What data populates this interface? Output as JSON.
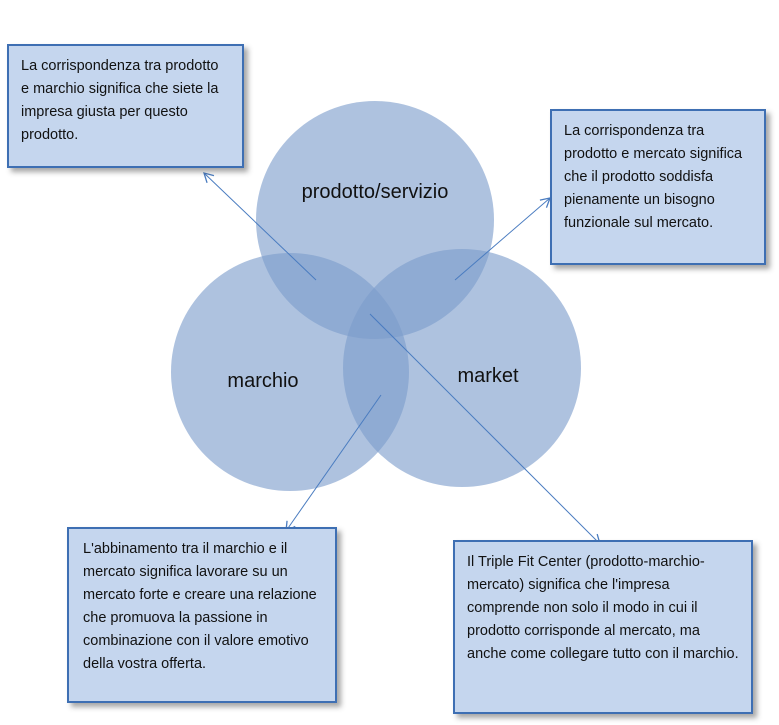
{
  "colors": {
    "circle_fill": "#7d9dcb",
    "overlap_fill": "#5f82bf",
    "connector_line": "#4a7cc0",
    "callout_fill": "#c5d6ee",
    "callout_border": "#3e6fb3"
  },
  "circles": {
    "product": "prodotto/servizio",
    "brand": "marchio",
    "market": "market"
  },
  "callouts": {
    "product_brand": "La corrispondenza tra prodotto e marchio significa che siete la impresa giusta per questo prodotto.",
    "product_market": "La corrispondenza tra prodotto e mercato significa che il prodotto soddisfa pienamente un bisogno funzionale sul mercato.",
    "brand_market": "L'abbinamento tra il marchio e il mercato significa lavorare su un mercato forte e creare una relazione che promuova la passione in combinazione con il valore emotivo della vostra offerta.",
    "triple_fit": "Il Triple Fit Center (prodotto-marchio-mercato) significa che l'impresa comprende non solo il modo in cui il prodotto corrisponde al mercato, ma anche come collegare tutto con il marchio."
  }
}
